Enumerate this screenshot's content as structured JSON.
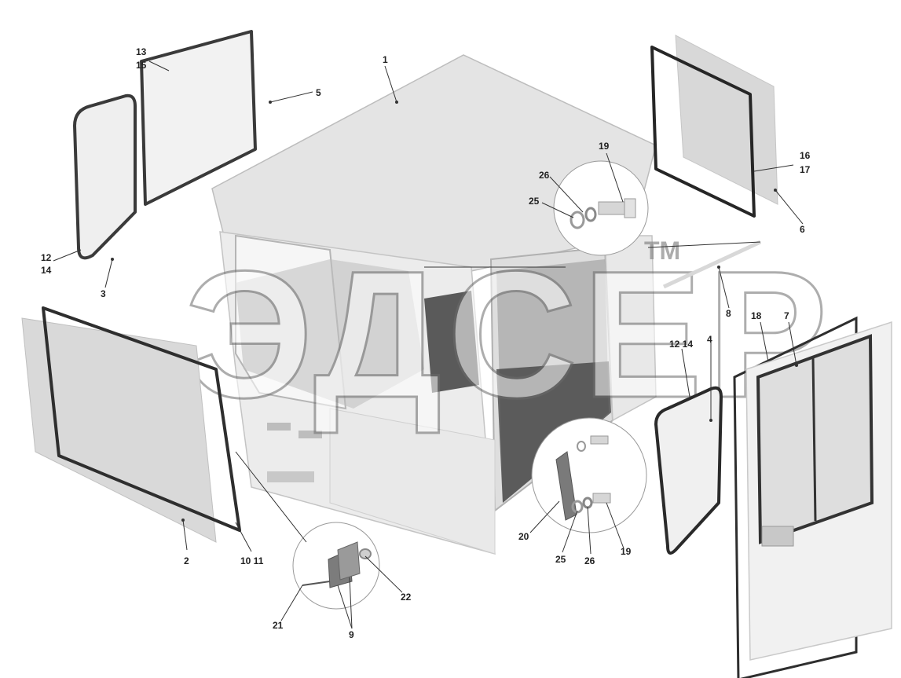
{
  "watermark": {
    "text": "ЭДСЕР",
    "tm": "TM"
  },
  "callouts": [
    {
      "id": "c1",
      "text": "1"
    },
    {
      "id": "c2",
      "text": "2"
    },
    {
      "id": "c3",
      "text": "3"
    },
    {
      "id": "c4",
      "text": "4"
    },
    {
      "id": "c5",
      "text": "5"
    },
    {
      "id": "c6",
      "text": "6"
    },
    {
      "id": "c7",
      "text": "7"
    },
    {
      "id": "c8",
      "text": "8"
    },
    {
      "id": "c9",
      "text": "9"
    },
    {
      "id": "c1011",
      "text": "10 11"
    },
    {
      "id": "c1214a",
      "text": "12"
    },
    {
      "id": "c1214b",
      "text": "14"
    },
    {
      "id": "c1315a",
      "text": "13"
    },
    {
      "id": "c1315b",
      "text": "15"
    },
    {
      "id": "c1617a",
      "text": "16"
    },
    {
      "id": "c1617b",
      "text": "17"
    },
    {
      "id": "c18",
      "text": "18"
    },
    {
      "id": "c1214r",
      "text": "12 14"
    },
    {
      "id": "c19a",
      "text": "19"
    },
    {
      "id": "c19b",
      "text": "19"
    },
    {
      "id": "c20",
      "text": "20"
    },
    {
      "id": "c21",
      "text": "21"
    },
    {
      "id": "c22",
      "text": "22"
    },
    {
      "id": "c25a",
      "text": "25"
    },
    {
      "id": "c25b",
      "text": "25"
    },
    {
      "id": "c26a",
      "text": "26"
    },
    {
      "id": "c26b",
      "text": "26"
    }
  ]
}
